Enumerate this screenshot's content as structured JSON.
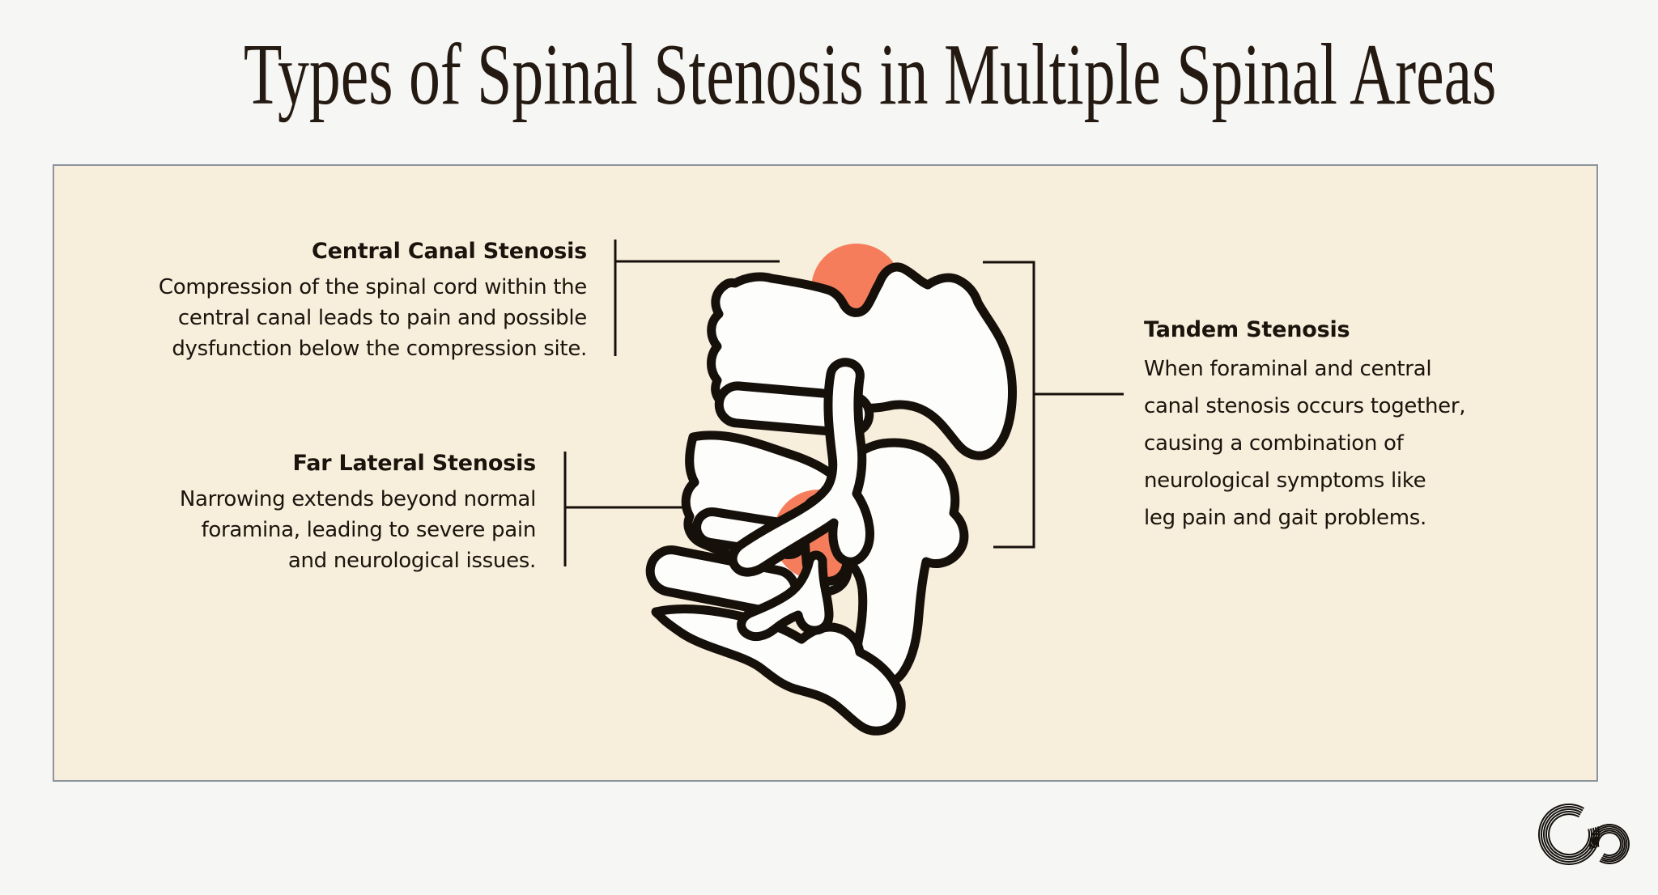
{
  "title": "Types of Spinal Stenosis in Multiple Spinal Areas",
  "sections": {
    "central_canal": {
      "heading": "Central Canal Stenosis",
      "lines": [
        "Compression of the spinal cord within the",
        "central canal leads to pain and possible",
        "dysfunction below the compression site."
      ]
    },
    "far_lateral": {
      "heading": "Far Lateral Stenosis",
      "lines": [
        "Narrowing extends beyond normal",
        "foramina, leading to severe pain",
        "and neurological issues."
      ]
    },
    "tandem": {
      "heading": "Tandem Stenosis",
      "lines": [
        "When foraminal and central",
        "canal stenosis occurs together,",
        "causing a combination of",
        "neurological symptoms like",
        "leg pain and gait problems."
      ]
    }
  },
  "illustration": {
    "subject": "lumbar-spine-side-view",
    "highlight_top": "central-canal-highlight",
    "highlight_bottom": "foraminal-highlight"
  },
  "logo": {
    "mark": "co-monogram"
  },
  "colors": {
    "page_bg": "#F6F6F4",
    "panel_bg": "#F8EEDC",
    "panel_border": "#8D939D",
    "ink_outline": "#16100B",
    "text": "#1B140D",
    "title_text": "#241A12",
    "bone_fill": "#FDFDFC",
    "accent_orange": "#F57D5C"
  }
}
